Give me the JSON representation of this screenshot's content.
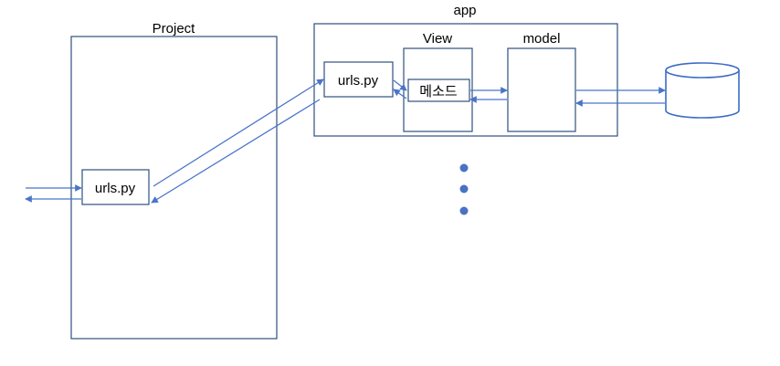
{
  "project": {
    "title": "Project",
    "urls": "urls.py"
  },
  "app": {
    "title": "app",
    "urls": "urls.py"
  },
  "view": {
    "title": "View",
    "method": "메소드"
  },
  "model": {
    "title": "model"
  },
  "colors": {
    "box_stroke": "#2f4f7f",
    "arrow": "#4a74c9",
    "db_stroke": "#3d6cc4",
    "dots": "#4a72c4"
  },
  "icons": {
    "database": "database-cylinder-icon",
    "continuation": "vertical-ellipsis-icon"
  }
}
